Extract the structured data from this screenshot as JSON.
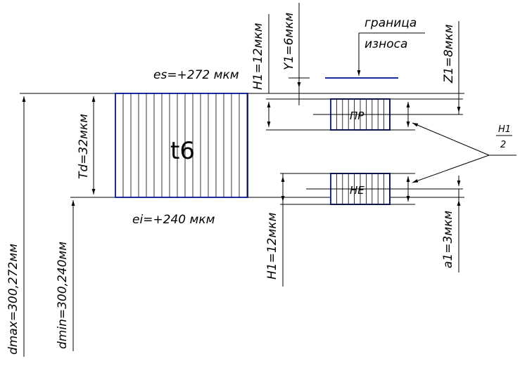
{
  "field": {
    "label": "t6",
    "es": "es=+272 мкм",
    "ei": "ei=+240 мкм",
    "Td": "Td=32мкм",
    "dmax": "dmax=300,272мм",
    "dmin": "dmin=300,240мм"
  },
  "gauges": {
    "go_label": "ПР",
    "nogo_label": "НЕ"
  },
  "dims": {
    "H1_top": "H1=12мкм",
    "Y1": "Y1=6мкм",
    "Z1": "Z1=8мкм",
    "H1_bottom": "H1=12мкм",
    "a1": "a1=3мкм",
    "half_num": "H1",
    "half_den": "2"
  },
  "wear": {
    "line1": "граница",
    "line2": "износа"
  },
  "colors": {
    "ink": "#000000",
    "field_border": "#1a2aa0"
  }
}
